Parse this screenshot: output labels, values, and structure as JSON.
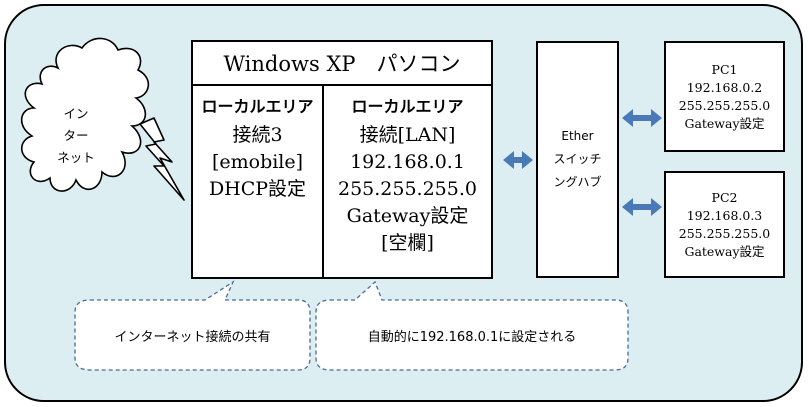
{
  "xp_pc": {
    "title": "Windows XP　パソコン",
    "conn3": {
      "header": "ローカルエリア",
      "lines": [
        "接続3",
        "[emobile]",
        "DHCP設定"
      ]
    },
    "connlan": {
      "header": "ローカルエリア",
      "lines": [
        "接続[LAN]",
        "192.168.0.1",
        "255.255.255.0",
        "Gateway設定",
        "[空欄]"
      ]
    }
  },
  "internet": {
    "lines": [
      "イン",
      "ター",
      "ネット"
    ]
  },
  "hub": {
    "lines": [
      "Ether",
      "スイッチ",
      "ングハブ"
    ]
  },
  "pc1": {
    "lines": [
      "PC1",
      "192.168.0.2",
      "255.255.255.0",
      "Gateway設定"
    ]
  },
  "pc2": {
    "lines": [
      "PC2",
      "192.168.0.3",
      "255.255.255.0",
      "Gateway設定"
    ]
  },
  "callouts": {
    "sharing": "インターネット接続の共有",
    "auto": "自動的に192.168.0.1に設定される"
  },
  "colors": {
    "background": "#ddeef3",
    "arrow": "#4a79b8",
    "callout_border": "#4a6a9a"
  }
}
